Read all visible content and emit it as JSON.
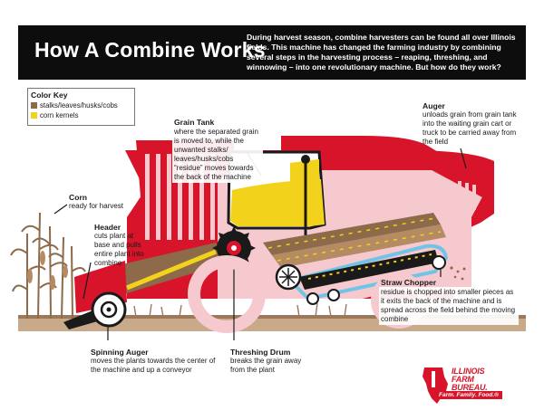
{
  "title": "How A Combine Works",
  "intro": "During harvest season, combine harvesters can be found all over Illinois fields. This machine has changed the farming industry by combining several steps in the harvesting process – reaping, threshing, and winnowing – into one revolutionary machine. But how do they work?",
  "color_key": {
    "title": "Color Key",
    "items": [
      {
        "label": "stalks/leaves/husks/cobs",
        "color": "#8c6a4a"
      },
      {
        "label": "corn kernels",
        "color": "#f3d21c"
      }
    ]
  },
  "labels": {
    "grain_tank": {
      "title": "Grain Tank",
      "text": "where the separated grain is moved to, while the unwanted stalks/ leaves/husks/cobs “residue” moves towards the back of the machine"
    },
    "auger": {
      "title": "Auger",
      "text": "unloads grain from grain tank into the waiting grain cart or truck to be carried away from the field"
    },
    "corn": {
      "title": "Corn",
      "text": "ready for harvest"
    },
    "header": {
      "title": "Header",
      "text": "cuts plant at base and pulls entire plant into combine"
    },
    "straw_chopper": {
      "title": "Straw Chopper",
      "text": "residue is chopped into smaller pieces as it exits the back of the machine and is spread across the field behind the moving combine"
    },
    "spinning_auger": {
      "title": "Spinning Auger",
      "text": "moves the plants towards the center of the machine and up a conveyor"
    },
    "threshing_drum": {
      "title": "Threshing Drum",
      "text": "breaks the grain away from the plant"
    }
  },
  "logo": {
    "line1": "ILLINOIS",
    "line2": "FARM",
    "line3": "BUREAU.",
    "tagline": "Farm. Family. Food.®"
  },
  "colors": {
    "combine_red": "#d8142a",
    "light_pink": "#f6c9cf",
    "grain_yellow": "#f3d21c",
    "residue_brown": "#8c6a4a",
    "airflow_blue": "#6fc4e8",
    "header_black": "#0d0d0d"
  }
}
